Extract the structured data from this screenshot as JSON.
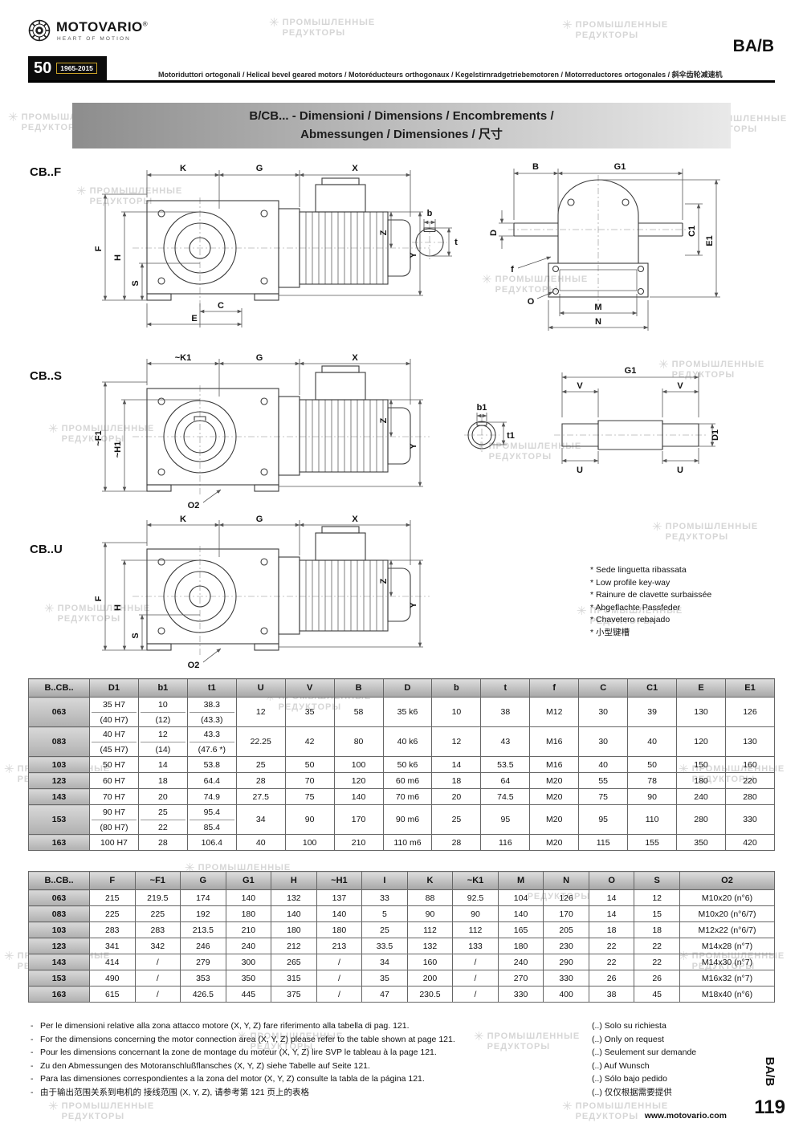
{
  "header": {
    "brand": "MOTOVARIO",
    "brand_reg": "®",
    "tagline": "HEART OF MOTION",
    "anniversary_number": "50",
    "anniversary_years": "1965-2015",
    "product_code": "BA/B",
    "subtitle": "Motoriduttori ortogonali / Helical bevel geared motors / Motoréducteurs orthogonaux / Kegelstirnradgetriebemotoren / Motorreductores ortogonales / 斜伞齿轮减速机"
  },
  "banner": {
    "line1": "B/CB... - Dimensioni / Dimensions / Encombrements /",
    "line2": "Abmessungen / Dimensiones / 尺寸"
  },
  "sections": {
    "cbf": "CB..F",
    "cbs": "CB..S",
    "cbu": "CB..U"
  },
  "dim_labels": {
    "K": "K",
    "G": "G",
    "X": "X",
    "Y": "Y",
    "Z": "Z",
    "F": "F",
    "H": "H",
    "S": "S",
    "C": "C",
    "E": "E",
    "B": "B",
    "G1": "G1",
    "b": "b",
    "t": "t",
    "D": "D",
    "C1": "C1",
    "E1": "E1",
    "f": "f",
    "O": "O",
    "M": "M",
    "N": "N",
    "K1": "~K1",
    "F1": "~F1",
    "H1": "~H1",
    "O2": "O2",
    "b1": "b1",
    "t1": "t1",
    "V": "V",
    "D1": "D1",
    "U": "U"
  },
  "keyway_notes": [
    "* Sede linguetta ribassata",
    "* Low profile key-way",
    "* Rainure de clavette surbaissée",
    "* Abgeflachte Passfeder",
    "* Chavetero rebajado",
    "* 小型键槽"
  ],
  "table1": {
    "headers": [
      "B..CB..",
      "D1",
      "b1",
      "t1",
      "U",
      "V",
      "B",
      "D",
      "b",
      "t",
      "f",
      "C",
      "C1",
      "E",
      "E1"
    ],
    "rows": [
      [
        "063",
        [
          "35 H7",
          "(40 H7)"
        ],
        [
          "10",
          "(12)"
        ],
        [
          "38.3",
          "(43.3)"
        ],
        "12",
        "35",
        "58",
        "35 k6",
        "10",
        "38",
        "M12",
        "30",
        "39",
        "130",
        "126"
      ],
      [
        "083",
        [
          "40 H7",
          "(45 H7)"
        ],
        [
          "12",
          "(14)"
        ],
        [
          "43.3",
          "(47.6 *)"
        ],
        "22.25",
        "42",
        "80",
        "40 k6",
        "12",
        "43",
        "M16",
        "30",
        "40",
        "120",
        "130"
      ],
      [
        "103",
        "50 H7",
        "14",
        "53.8",
        "25",
        "50",
        "100",
        "50 k6",
        "14",
        "53.5",
        "M16",
        "40",
        "50",
        "150",
        "160"
      ],
      [
        "123",
        "60 H7",
        "18",
        "64.4",
        "28",
        "70",
        "120",
        "60 m6",
        "18",
        "64",
        "M20",
        "55",
        "78",
        "180",
        "220"
      ],
      [
        "143",
        "70 H7",
        "20",
        "74.9",
        "27.5",
        "75",
        "140",
        "70 m6",
        "20",
        "74.5",
        "M20",
        "75",
        "90",
        "240",
        "280"
      ],
      [
        "153",
        [
          "90 H7",
          "(80 H7)"
        ],
        [
          "25",
          "22"
        ],
        [
          "95.4",
          "85.4"
        ],
        "34",
        "90",
        "170",
        "90 m6",
        "25",
        "95",
        "M20",
        "95",
        "110",
        "280",
        "330"
      ],
      [
        "163",
        "100 H7",
        "28",
        "106.4",
        "40",
        "100",
        "210",
        "110 m6",
        "28",
        "116",
        "M20",
        "115",
        "155",
        "350",
        "420"
      ]
    ]
  },
  "table2": {
    "headers": [
      "B..CB..",
      "F",
      "~F1",
      "G",
      "G1",
      "H",
      "~H1",
      "I",
      "K",
      "~K1",
      "M",
      "N",
      "O",
      "S",
      "O2"
    ],
    "rows": [
      [
        "063",
        "215",
        "219.5",
        "174",
        "140",
        "132",
        "137",
        "33",
        "88",
        "92.5",
        "104",
        "126",
        "14",
        "12",
        "M10x20 (n°6)"
      ],
      [
        "083",
        "225",
        "225",
        "192",
        "180",
        "140",
        "140",
        "5",
        "90",
        "90",
        "140",
        "170",
        "14",
        "15",
        "M10x20 (n°6/7)"
      ],
      [
        "103",
        "283",
        "283",
        "213.5",
        "210",
        "180",
        "180",
        "25",
        "112",
        "112",
        "165",
        "205",
        "18",
        "18",
        "M12x22 (n°6/7)"
      ],
      [
        "123",
        "341",
        "342",
        "246",
        "240",
        "212",
        "213",
        "33.5",
        "132",
        "133",
        "180",
        "230",
        "22",
        "22",
        "M14x28 (n°7)"
      ],
      [
        "143",
        "414",
        "/",
        "279",
        "300",
        "265",
        "/",
        "34",
        "160",
        "/",
        "240",
        "290",
        "22",
        "22",
        "M14x30 (n°7)"
      ],
      [
        "153",
        "490",
        "/",
        "353",
        "350",
        "315",
        "/",
        "35",
        "200",
        "/",
        "270",
        "330",
        "26",
        "26",
        "M16x32 (n°7)"
      ],
      [
        "163",
        "615",
        "/",
        "426.5",
        "445",
        "375",
        "/",
        "47",
        "230.5",
        "/",
        "330",
        "400",
        "38",
        "45",
        "M18x40 (n°6)"
      ]
    ]
  },
  "footnotes": {
    "bullet": "-",
    "left": [
      "Per le dimensioni relative alla zona attacco motore (X, Y, Z) fare riferimento alla tabella di pag. 121.",
      "For the dimensions concerning the motor connection area (X, Y, Z) please refer to the table shown at page 121.",
      "Pour les dimensions concernant la zone de montage du moteur (X, Y, Z) lire SVP le tableau à la page 121.",
      "Zu den Abmessungen des Motoranschlußflansches (X, Y, Z) siehe Tabelle auf Seite 121.",
      "Para las dimensiones correspondientes a la zona del motor (X, Y, Z) consulte la tabla de la página 121.",
      "由于输出范围关系到电机的 接线范围 (X, Y, Z), 请参考第 121 页上的表格"
    ],
    "right": [
      "(..) Solo su richiesta",
      "(..) Only on request",
      "(..) Seulement sur demande",
      "(..) Auf Wunsch",
      "(..) Sólo bajo pedido",
      "(..) 仅仅根据需要提供"
    ]
  },
  "footer": {
    "side_code": "BA/B",
    "website": "www.motovario.com",
    "page_number": "119"
  },
  "watermark": {
    "icon": "✳",
    "line1": "ПРОМЫШЛЕННЫЕ",
    "line2": "РЕДУКТОРЫ"
  }
}
